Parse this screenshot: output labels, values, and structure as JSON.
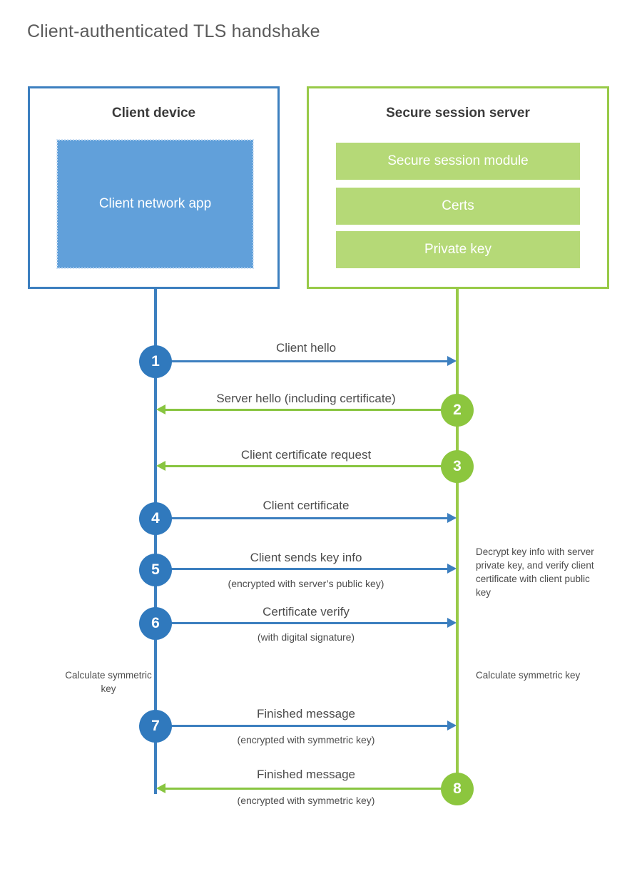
{
  "title": "Client-authenticated TLS handshake",
  "colors": {
    "blue_border": "#3c7fbf",
    "blue_fill": "#61a0da",
    "blue_circle": "#3079bd",
    "green_border": "#98ca48",
    "green_fill": "#b5d977",
    "green_circle": "#8cc63e",
    "text": "#4c4c4c"
  },
  "client": {
    "title": "Client device",
    "app_label": "Client network app"
  },
  "server": {
    "title": "Secure session server",
    "modules": [
      {
        "label": "Secure session module"
      },
      {
        "label": "Certs"
      },
      {
        "label": "Private key"
      }
    ]
  },
  "steps": [
    {
      "number": "1",
      "label": "Client hello",
      "sublabel": "",
      "direction": "client-to-server",
      "color": "blue"
    },
    {
      "number": "2",
      "label": "Server hello (including certificate)",
      "sublabel": "",
      "direction": "server-to-client",
      "color": "green"
    },
    {
      "number": "3",
      "label": "Client certificate request",
      "sublabel": "",
      "direction": "server-to-client",
      "color": "green"
    },
    {
      "number": "4",
      "label": "Client certificate",
      "sublabel": "",
      "direction": "client-to-server",
      "color": "blue"
    },
    {
      "number": "5",
      "label": "Client sends key info",
      "sublabel": "(encrypted with server’s public key)",
      "direction": "client-to-server",
      "color": "blue"
    },
    {
      "number": "6",
      "label": "Certificate verify",
      "sublabel": "(with digital signature)",
      "direction": "client-to-server",
      "color": "blue"
    },
    {
      "number": "7",
      "label": "Finished message",
      "sublabel": "(encrypted with symmetric key)",
      "direction": "client-to-server",
      "color": "blue"
    },
    {
      "number": "8",
      "label": "Finished message",
      "sublabel": "(encrypted with symmetric key)",
      "direction": "server-to-client",
      "color": "green"
    }
  ],
  "notes": {
    "decrypt": "Decrypt key info with server private key, and verify client certificate with client public key",
    "calculate_client": "Calculate symmetric key",
    "calculate_server": "Calculate symmetric key"
  }
}
